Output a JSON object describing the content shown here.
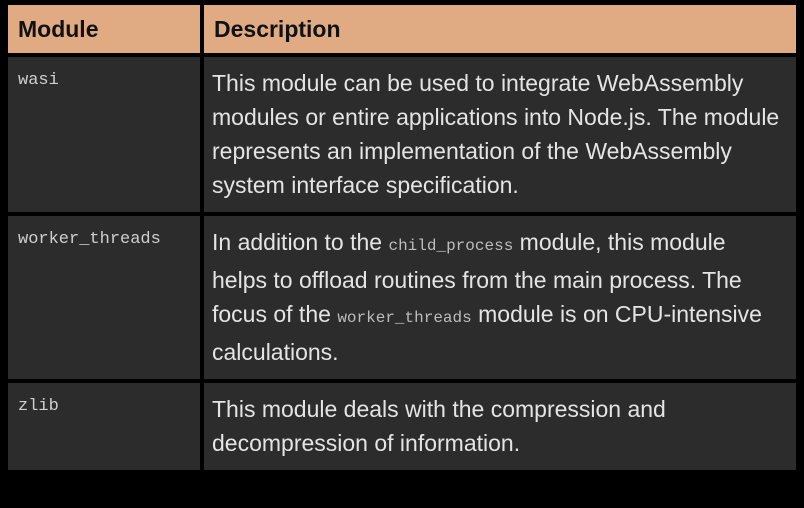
{
  "header": {
    "module": "Module",
    "description": "Description"
  },
  "rows": [
    {
      "module": "wasi",
      "description": "This module can be used to integrate WebAssembly modules or entire applications into Node.js. The module represents an implementation of the WebAssembly system interface specification."
    },
    {
      "module": "worker_threads",
      "description_parts": [
        {
          "text": "In addition to the ",
          "code": false
        },
        {
          "text": "child_process",
          "code": true
        },
        {
          "text": " module, this module helps to offload routines from the main process. The focus of the ",
          "code": false
        },
        {
          "text": "worker_threads",
          "code": true
        },
        {
          "text": " module is on CPU-intensive calculations.",
          "code": false
        }
      ]
    },
    {
      "module": "zlib",
      "description": "This module deals with the compression and decompression of information."
    }
  ],
  "colors": {
    "header_bg": "#e0ab83",
    "cell_bg": "#2c2c2c",
    "background": "#000000"
  }
}
